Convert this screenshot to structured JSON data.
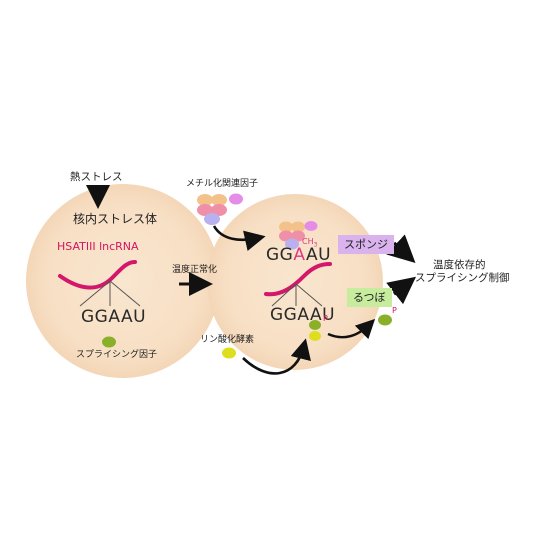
{
  "heat_stress": "熱ストレス",
  "left_body": {
    "title": "核内ストレス体",
    "rna_label": "HSATIII lncRNA",
    "sequence": "GGAAU",
    "factor_label": "スプライシング因子"
  },
  "temp_normalization": "温度正常化",
  "methyl_factor_label": "メチル化関連因子",
  "kinase_label": "リン酸化酵素",
  "right_body": {
    "methylated_seq": {
      "prefix": "GG",
      "highlight": "A",
      "suffix": "AU",
      "mark": "CH",
      "mark_sub": "3"
    },
    "sequence": "GGAAU",
    "phospho_mark": "P"
  },
  "released_phospho_mark": "P",
  "sponge_label": "スポンジ",
  "crucible_label": "るつぼ",
  "outcome_label": [
    "温度依存的",
    "スプライシング制御"
  ],
  "colors": {
    "body_fill": "#f7e0c6",
    "rna": "#d3176a",
    "methyl_highlight": "#e03884",
    "sponge_badge": "#d9b2ee",
    "crucible_badge": "#c7ec9e",
    "factor_green": "#8ab02a",
    "kinase_yellow": "#dede1e",
    "methyl_orange": "#f3c28b",
    "methyl_pink": "#ef8fa8",
    "methyl_violet": "#b8b0ef",
    "methyl_magenta": "#e58ce6"
  }
}
